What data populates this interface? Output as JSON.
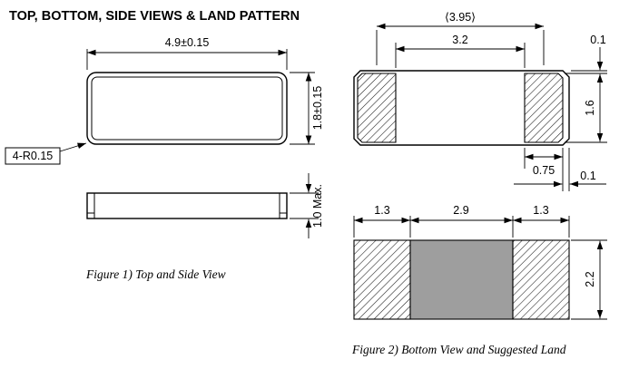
{
  "title": "TOP, BOTTOM, SIDE VIEWS & LAND PATTERN",
  "colors": {
    "line": "#000000",
    "background": "#ffffff",
    "land_center_gray": "#9e9e9e"
  },
  "figure1": {
    "caption": "Figure 1) Top and  Side View",
    "top_view": {
      "width_dim": "4.9±0.15",
      "height_dim": "1.8±0.15",
      "corner_radius_label": "4-R0.15"
    },
    "side_view": {
      "max_height_dim": "1.0 Max."
    }
  },
  "figure2": {
    "caption": "Figure 2) Bottom View  and Suggested  Land",
    "bottom_view": {
      "pad_pitch_ref_dim": "⟨3.95⟩",
      "pad_gap_dim": "3.2",
      "pad_top_offset_dim": "0.1",
      "pad_height_dim": "1.6",
      "pad_width_dim": "0.75",
      "pad_edge_offset_dim": "0.1"
    },
    "land_pattern": {
      "left_pad_width_dim": "1.3",
      "center_width_dim": "2.9",
      "right_pad_width_dim": "1.3",
      "height_dim": "2.2"
    }
  }
}
